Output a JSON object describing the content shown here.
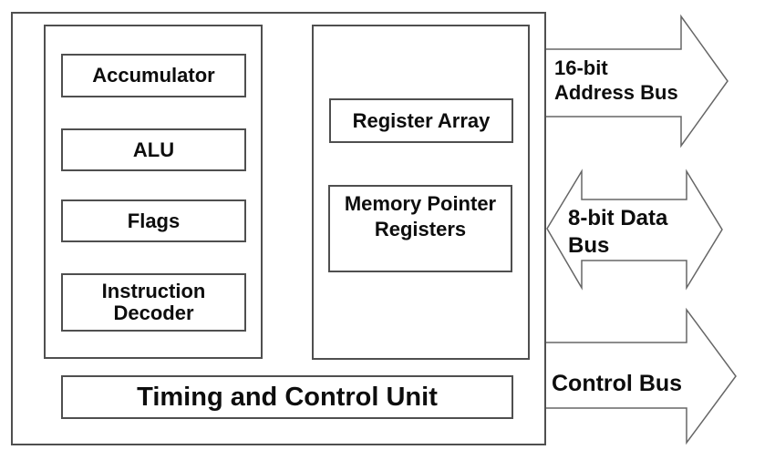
{
  "diagram": {
    "type": "microprocessor-block-diagram"
  },
  "colors": {
    "background": "#ffffff",
    "box_border": "#4f4f4f",
    "arrow_outline": "#666666",
    "text": "#0d0d0d"
  },
  "blocks": {
    "accumulator": "Accumulator",
    "alu": "ALU",
    "flags": "Flags",
    "instruction_decoder": "Instruction Decoder",
    "register_array": "Register Array",
    "memory_pointer_registers": "Memory Pointer Registers",
    "timing_control_unit": "Timing and Control Unit"
  },
  "buses": {
    "address": {
      "line1": "16-bit",
      "line2": "Address Bus",
      "direction": "right"
    },
    "data": {
      "line1": "8-bit Data",
      "line2": "Bus",
      "direction": "bidirectional"
    },
    "control": {
      "line1": "Control Bus",
      "direction": "right"
    }
  }
}
